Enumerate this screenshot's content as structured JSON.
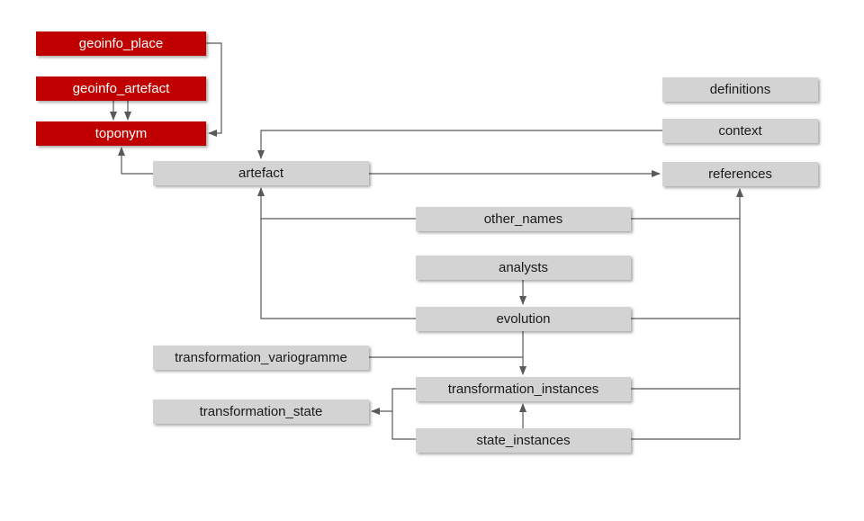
{
  "diagram": {
    "nodes": [
      {
        "id": "geoinfo_place",
        "label": "geoinfo_place",
        "style": "red"
      },
      {
        "id": "geoinfo_artefact",
        "label": "geoinfo_artefact",
        "style": "red"
      },
      {
        "id": "toponym",
        "label": "toponym",
        "style": "red"
      },
      {
        "id": "artefact",
        "label": "artefact",
        "style": "gray"
      },
      {
        "id": "definitions",
        "label": "definitions",
        "style": "gray"
      },
      {
        "id": "context",
        "label": "context",
        "style": "gray"
      },
      {
        "id": "references",
        "label": "references",
        "style": "gray"
      },
      {
        "id": "other_names",
        "label": "other_names",
        "style": "gray"
      },
      {
        "id": "analysts",
        "label": "analysts",
        "style": "gray"
      },
      {
        "id": "evolution",
        "label": "evolution",
        "style": "gray"
      },
      {
        "id": "transformation_variogramme",
        "label": "transformation_variogramme",
        "style": "gray"
      },
      {
        "id": "transformation_instances",
        "label": "transformation_instances",
        "style": "gray"
      },
      {
        "id": "transformation_state",
        "label": "transformation_state",
        "style": "gray"
      },
      {
        "id": "state_instances",
        "label": "state_instances",
        "style": "gray"
      }
    ],
    "edges": [
      {
        "from": "geoinfo_place",
        "to": "toponym"
      },
      {
        "from": "geoinfo_artefact",
        "to": "toponym"
      },
      {
        "from": "geoinfo_artefact",
        "to": "toponym"
      },
      {
        "from": "artefact",
        "to": "toponym"
      },
      {
        "from": "context",
        "to": "artefact"
      },
      {
        "from": "artefact",
        "to": "references"
      },
      {
        "from": "other_names",
        "to": "artefact"
      },
      {
        "from": "other_names",
        "to": "references"
      },
      {
        "from": "evolution",
        "to": "artefact"
      },
      {
        "from": "evolution",
        "to": "references"
      },
      {
        "from": "analysts",
        "to": "evolution"
      },
      {
        "from": "evolution",
        "to": "transformation_instances"
      },
      {
        "from": "transformation_variogramme",
        "to": "transformation_instances"
      },
      {
        "from": "transformation_instances",
        "to": "transformation_state"
      },
      {
        "from": "state_instances",
        "to": "transformation_state"
      },
      {
        "from": "state_instances",
        "to": "transformation_instances"
      },
      {
        "from": "transformation_instances",
        "to": "references"
      },
      {
        "from": "state_instances",
        "to": "references"
      }
    ],
    "colors": {
      "accent_red": "#c00000",
      "node_gray": "#d3d3d3",
      "line": "#595959"
    }
  }
}
